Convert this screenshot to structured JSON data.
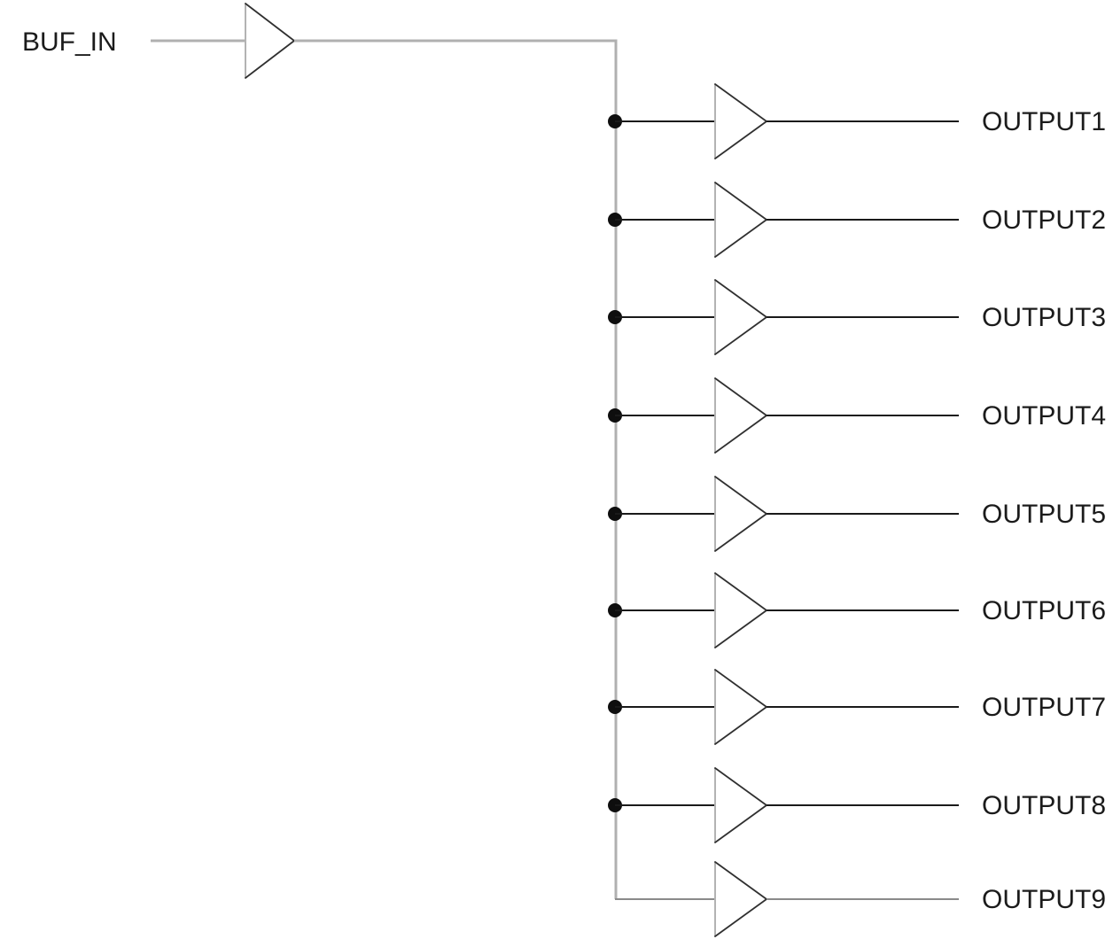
{
  "schematic": {
    "input_label": "BUF_IN",
    "output_labels": [
      "OUTPUT1",
      "OUTPUT2",
      "OUTPUT3",
      "OUTPUT4",
      "OUTPUT5",
      "OUTPUT6",
      "OUTPUT7",
      "OUTPUT8",
      "OUTPUT9"
    ],
    "symbols": {
      "buffer_icon": "right-pointing-triangle",
      "junction_icon": "filled-circle"
    },
    "colors": {
      "background": "#ffffff",
      "bus_wire_gray": "#b0b0b0",
      "tail_wire_gray": "#8a8a8a",
      "branch_wire_black": "#1a1a1a",
      "buffer_left_edge": "#b3b3b3",
      "buffer_slant_edge": "#303030",
      "junction_dot": "#0e0e0e",
      "label_text": "#1b1b1b"
    }
  }
}
